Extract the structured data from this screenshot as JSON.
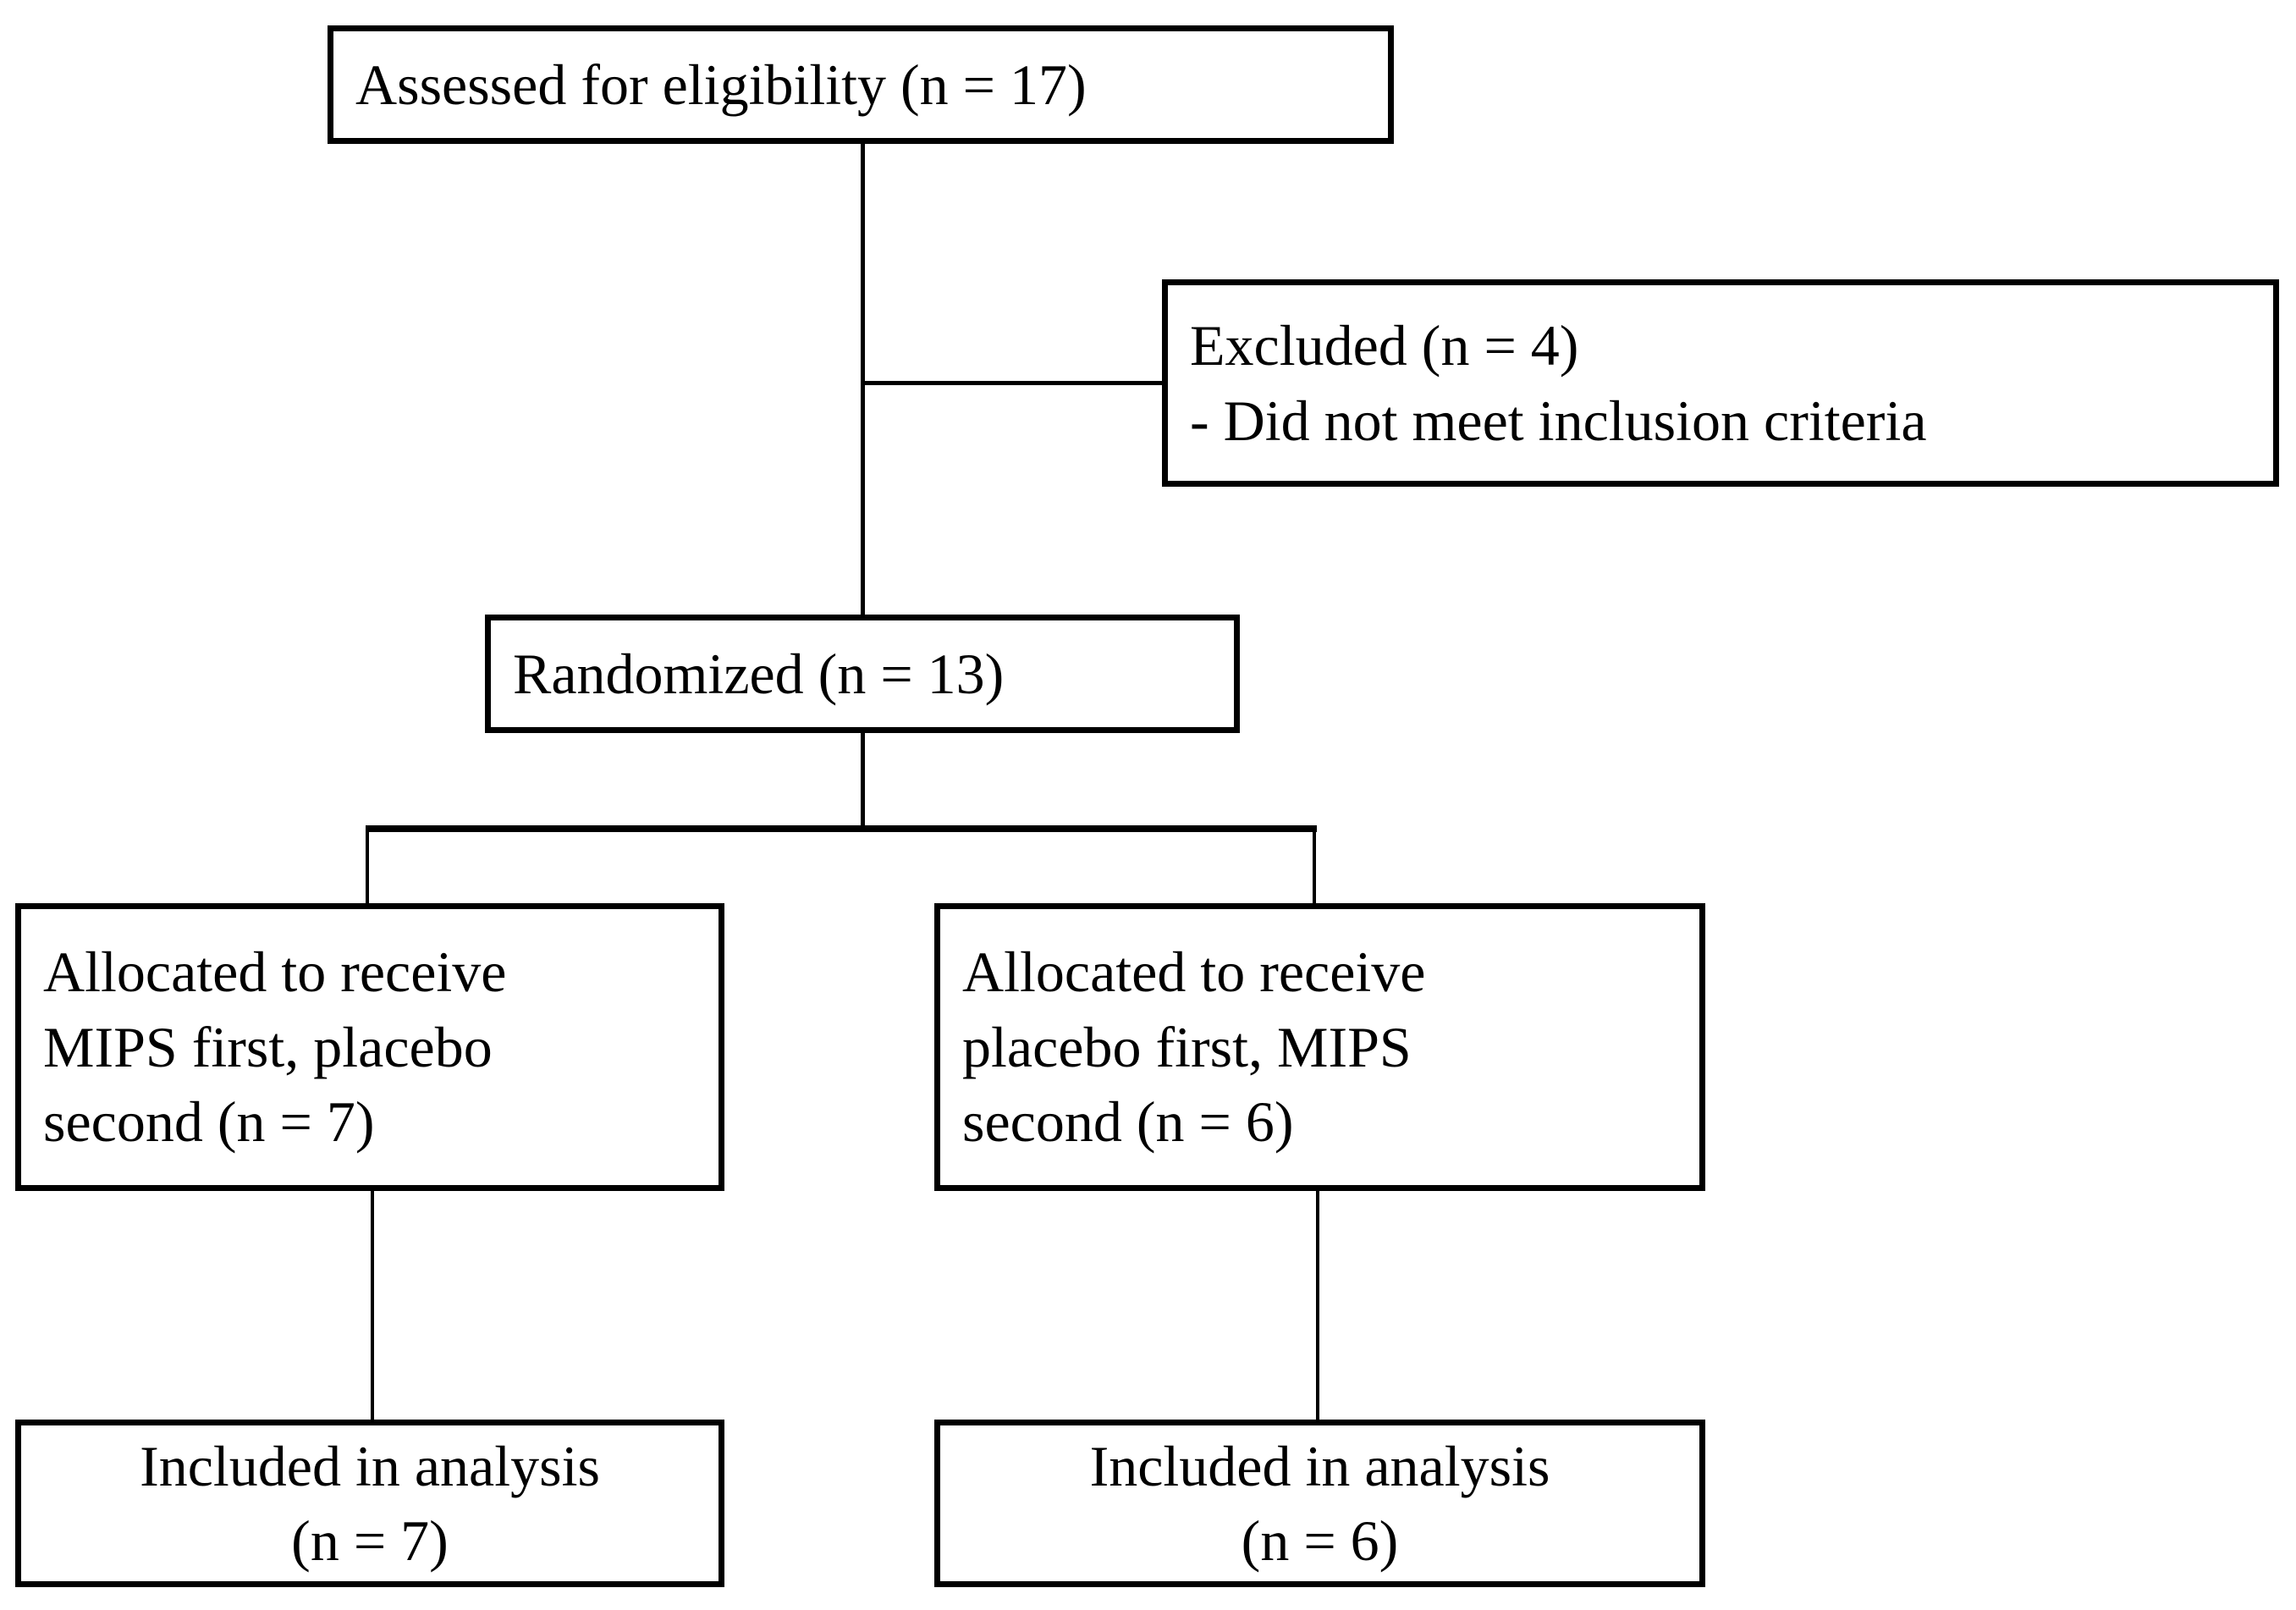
{
  "diagram": {
    "type": "consort-flow-diagram",
    "colors": {
      "line": "#000000",
      "background": "#ffffff",
      "text": "#000000"
    },
    "nodes": {
      "assessed": {
        "id": "assessed-for-eligibility",
        "lines": [
          "Assessed for eligibility (n = 17)"
        ],
        "n": 17
      },
      "excluded": {
        "id": "excluded",
        "lines": [
          "Excluded (n = 4)",
          "- Did not meet inclusion criteria"
        ],
        "n": 4
      },
      "randomized": {
        "id": "randomized",
        "lines": [
          "Randomized (n = 13)"
        ],
        "n": 13
      },
      "allocated_left": {
        "id": "allocated-mips-first",
        "lines": [
          "Allocated to receive",
          "MIPS first, placebo",
          "second (n = 7)"
        ],
        "n": 7
      },
      "allocated_right": {
        "id": "allocated-placebo-first",
        "lines": [
          "Allocated to receive",
          "placebo first, MIPS",
          "second (n = 6)"
        ],
        "n": 6
      },
      "analysis_left": {
        "id": "included-in-analysis-left",
        "lines": [
          "Included in analysis",
          "(n = 7)"
        ],
        "n": 7
      },
      "analysis_right": {
        "id": "included-in-analysis-right",
        "lines": [
          "Included in analysis",
          "(n = 6)"
        ],
        "n": 6
      }
    },
    "edges": [
      {
        "from": "assessed",
        "to": "randomized",
        "style": "vertical"
      },
      {
        "from": "assessed",
        "to": "excluded",
        "style": "elbow-right"
      },
      {
        "from": "randomized",
        "to": "allocated_left",
        "style": "split-left"
      },
      {
        "from": "randomized",
        "to": "allocated_right",
        "style": "split-right"
      },
      {
        "from": "allocated_left",
        "to": "analysis_left",
        "style": "vertical"
      },
      {
        "from": "allocated_right",
        "to": "analysis_right",
        "style": "vertical"
      }
    ]
  }
}
